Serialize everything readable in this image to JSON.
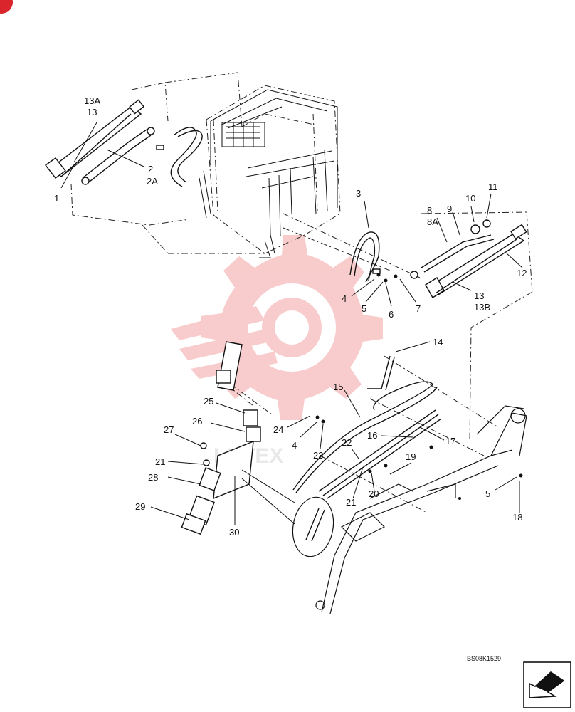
{
  "drawing_code": "BS08K1529",
  "callouts": [
    {
      "id": "c13a",
      "text": "13A"
    },
    {
      "id": "c13",
      "text": "13"
    },
    {
      "id": "c1",
      "text": "1"
    },
    {
      "id": "c2",
      "text": "2"
    },
    {
      "id": "c2a",
      "text": "2A"
    },
    {
      "id": "c3",
      "text": "3"
    },
    {
      "id": "c8",
      "text": "8"
    },
    {
      "id": "c8a",
      "text": "8A"
    },
    {
      "id": "c9",
      "text": "9"
    },
    {
      "id": "c10",
      "text": "10"
    },
    {
      "id": "c11",
      "text": "11"
    },
    {
      "id": "c12",
      "text": "12"
    },
    {
      "id": "c13r",
      "text": "13"
    },
    {
      "id": "c13b",
      "text": "13B"
    },
    {
      "id": "c4",
      "text": "4"
    },
    {
      "id": "c5",
      "text": "5"
    },
    {
      "id": "c6",
      "text": "6"
    },
    {
      "id": "c7",
      "text": "7"
    },
    {
      "id": "c14",
      "text": "14"
    },
    {
      "id": "c15",
      "text": "15"
    },
    {
      "id": "c25",
      "text": "25"
    },
    {
      "id": "c26",
      "text": "26"
    },
    {
      "id": "c27",
      "text": "27"
    },
    {
      "id": "c21a",
      "text": "21"
    },
    {
      "id": "c28",
      "text": "28"
    },
    {
      "id": "c29",
      "text": "29"
    },
    {
      "id": "c30",
      "text": "30"
    },
    {
      "id": "c24",
      "text": "24"
    },
    {
      "id": "c4b",
      "text": "4"
    },
    {
      "id": "c23",
      "text": "23"
    },
    {
      "id": "c22",
      "text": "22"
    },
    {
      "id": "c21b",
      "text": "21"
    },
    {
      "id": "c16",
      "text": "16"
    },
    {
      "id": "c17",
      "text": "17"
    },
    {
      "id": "c19",
      "text": "19"
    },
    {
      "id": "c20",
      "text": "20"
    },
    {
      "id": "c5b",
      "text": "5"
    },
    {
      "id": "c18",
      "text": "18"
    }
  ],
  "watermark_text": "LHTEX",
  "colors": {
    "line": "#111111",
    "watermark": "#f4a3a3",
    "badge": "#d9252b"
  },
  "icons": {
    "badge": "red-circle-badge-icon",
    "orientation": "orientation-arrow-icon"
  }
}
